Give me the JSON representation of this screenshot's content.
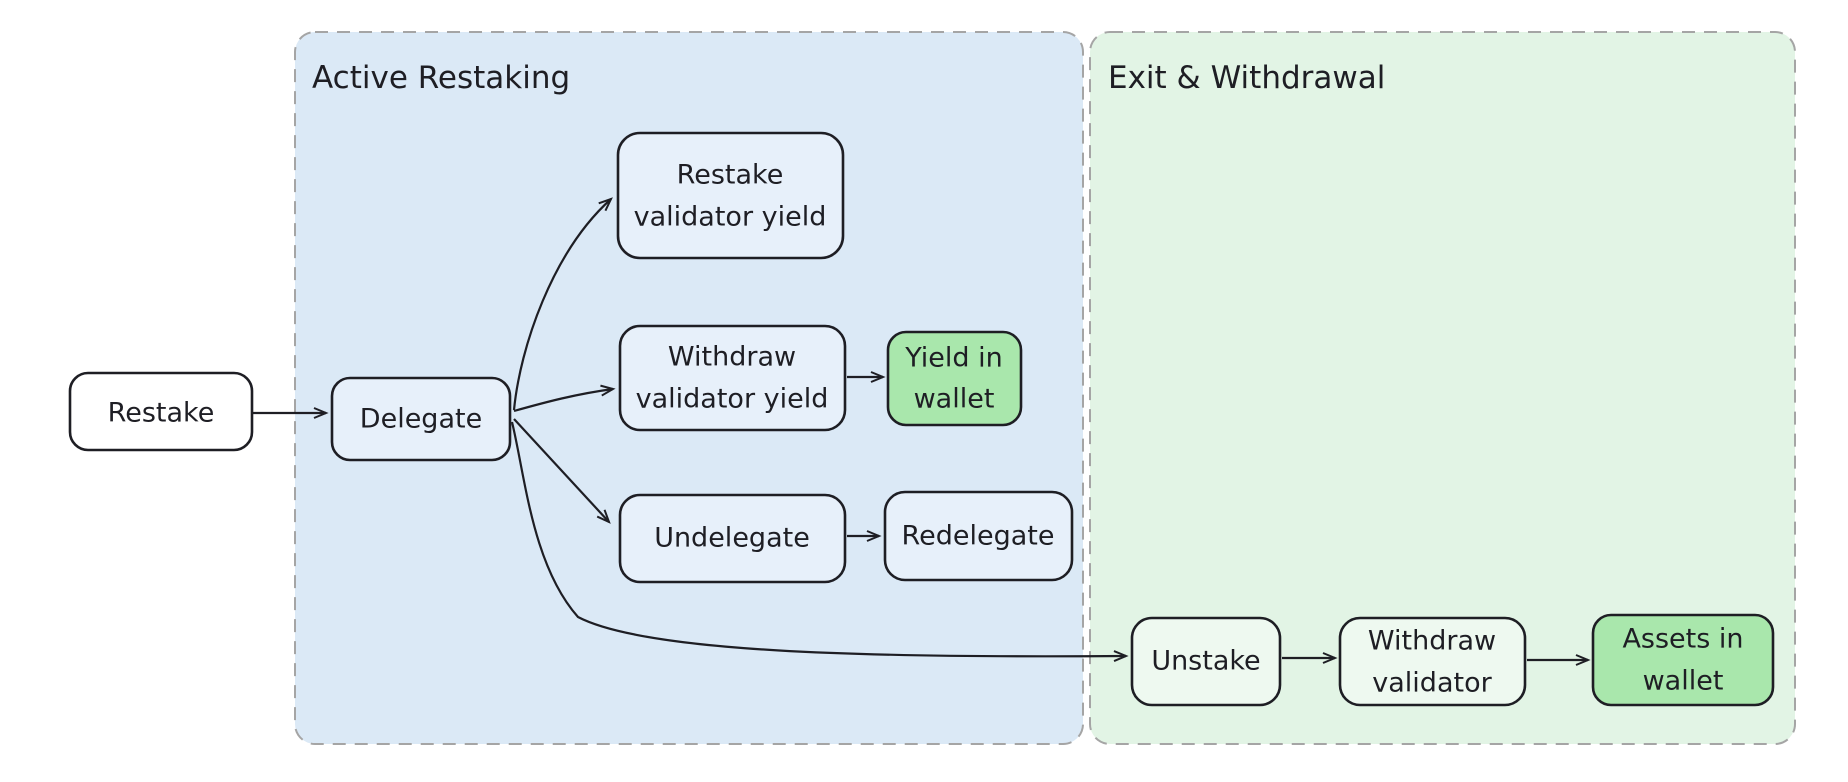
{
  "colors": {
    "canvas_bg": "#ffffff",
    "group_blue_bg": "#dbe9f6",
    "group_green_bg": "#e2f4e5",
    "node_blue_bg": "#e7f0fa",
    "node_pale_green_bg": "#eef9f0",
    "node_green_bg": "#a9e7ac",
    "node_white_bg": "#ffffff",
    "stroke_dark": "#1e1e24",
    "group_border_gray": "#a5a5a5"
  },
  "groups": {
    "active_restaking": {
      "label": "Active Restaking"
    },
    "exit_withdrawal": {
      "label": "Exit & Withdrawal"
    }
  },
  "nodes": {
    "restake": {
      "label": "Restake"
    },
    "delegate": {
      "label": "Delegate"
    },
    "restake_validator_yield": {
      "line1": "Restake",
      "line2": "validator yield"
    },
    "withdraw_validator_yield": {
      "line1": "Withdraw",
      "line2": "validator yield"
    },
    "yield_in_wallet": {
      "line1": "Yield in",
      "line2": "wallet"
    },
    "undelegate": {
      "label": "Undelegate"
    },
    "redelegate": {
      "label": "Redelegate"
    },
    "unstake": {
      "label": "Unstake"
    },
    "withdraw_validator": {
      "line1": "Withdraw",
      "line2": "validator"
    },
    "assets_in_wallet": {
      "line1": "Assets in",
      "line2": "wallet"
    }
  },
  "edges": [
    {
      "from": "Restake",
      "to": "Delegate"
    },
    {
      "from": "Delegate",
      "to": "Restake validator yield"
    },
    {
      "from": "Delegate",
      "to": "Withdraw validator yield"
    },
    {
      "from": "Delegate",
      "to": "Undelegate"
    },
    {
      "from": "Delegate",
      "to": "Unstake"
    },
    {
      "from": "Withdraw validator yield",
      "to": "Yield in wallet"
    },
    {
      "from": "Undelegate",
      "to": "Redelegate"
    },
    {
      "from": "Unstake",
      "to": "Withdraw validator"
    },
    {
      "from": "Withdraw validator",
      "to": "Assets in wallet"
    }
  ]
}
